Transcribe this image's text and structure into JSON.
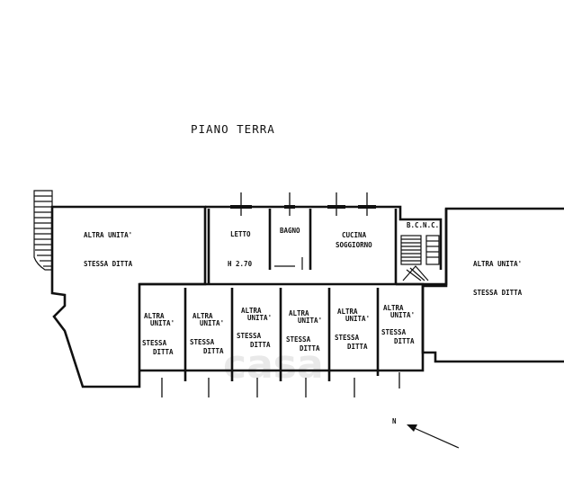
{
  "title": "PIANO TERRA",
  "rooms": {
    "altra_unita_left": {
      "line1": "ALTRA UNITA'",
      "line2": "STESSA DITTA"
    },
    "letto": {
      "name": "LETTO",
      "height": "H 2.70"
    },
    "bagno": {
      "name": "BAGNO"
    },
    "cucina": {
      "line1": "CUCINA",
      "line2": "SOGGIORNO"
    },
    "bcnc": {
      "name": "B.C.N.C."
    },
    "altra_unita_right": {
      "line1": "ALTRA UNITA'",
      "line2": "STESSA DITTA"
    },
    "garages": [
      {
        "l1": "ALTRA",
        "l2": "UNITA'",
        "l3": "STESSA",
        "l4": "DITTA"
      },
      {
        "l1": "ALTRA",
        "l2": "UNITA'",
        "l3": "STESSA",
        "l4": "DITTA"
      },
      {
        "l1": "ALTRA",
        "l2": "UNITA'",
        "l3": "STESSA",
        "l4": "DITTA"
      },
      {
        "l1": "ALTRA",
        "l2": "UNITA'",
        "l3": "STESSA",
        "l4": "DITTA"
      },
      {
        "l1": "ALTRA",
        "l2": "UNITA'",
        "l3": "STESSA",
        "l4": "DITTA"
      },
      {
        "l1": "ALTRA",
        "l2": "UNITA'",
        "l3": "STESSA",
        "l4": "DITTA"
      }
    ]
  },
  "north": {
    "label": "N",
    "icon": "north-arrow-icon"
  },
  "watermark": {
    "text": "casa"
  }
}
